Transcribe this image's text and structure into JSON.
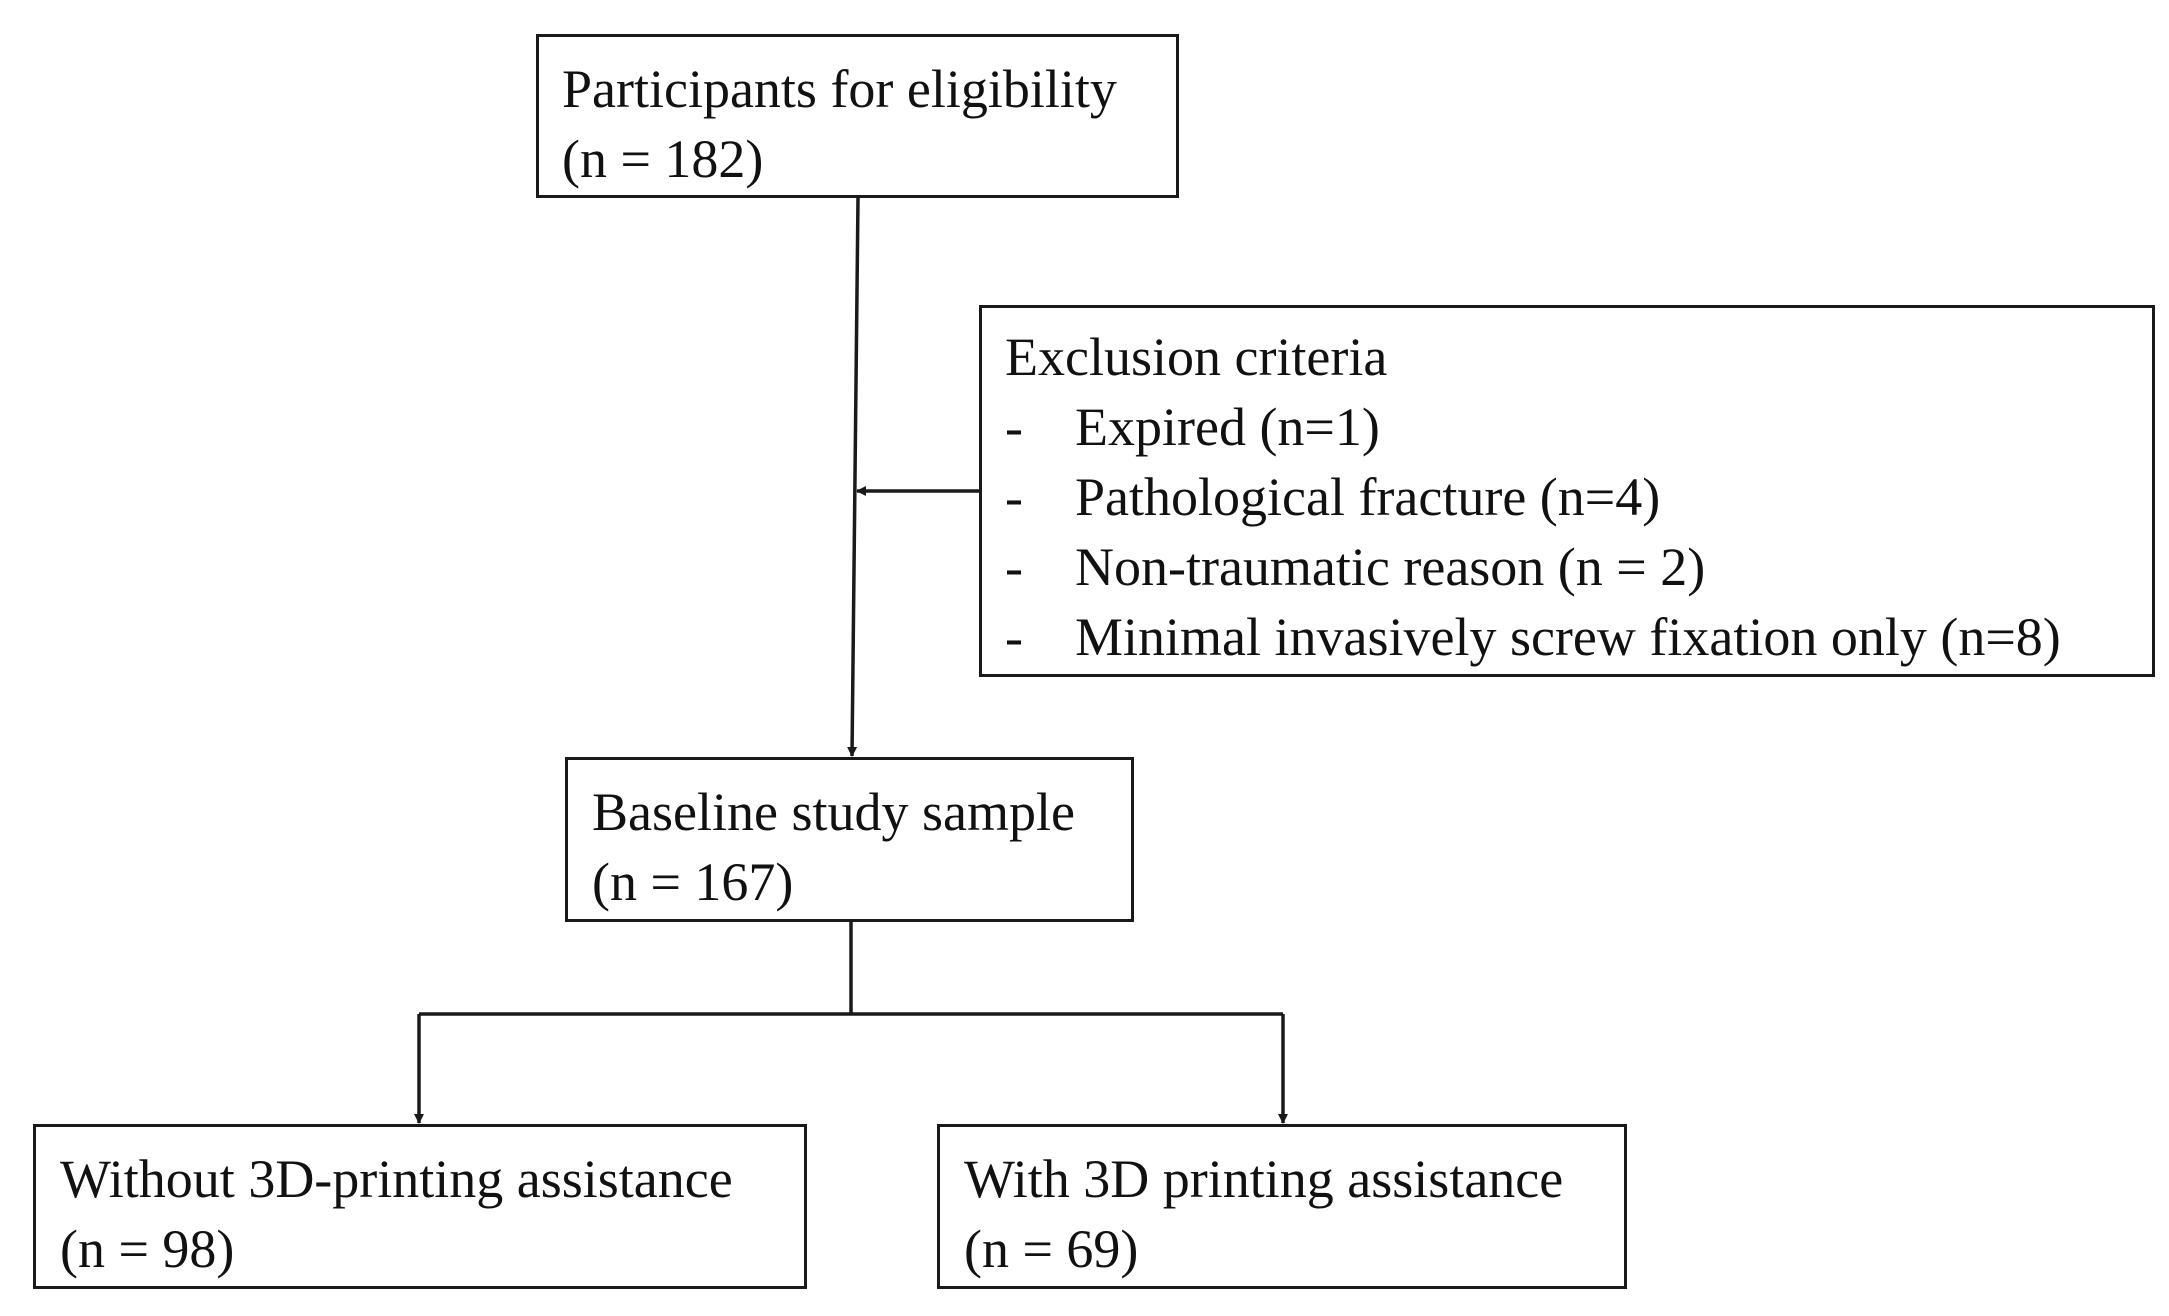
{
  "eligibility": {
    "title": "Participants for eligibility",
    "count": "(n = 182)"
  },
  "exclusion": {
    "title": "Exclusion criteria",
    "items": [
      {
        "marker": "-",
        "text": "Expired (n=1)"
      },
      {
        "marker": "-",
        "text": "Pathological fracture (n=4)"
      },
      {
        "marker": "-",
        "text": "Non-traumatic reason (n = 2)"
      },
      {
        "marker": "-",
        "text": "Minimal invasively screw fixation only (n=8)"
      }
    ]
  },
  "baseline": {
    "title": "Baseline study sample",
    "count": "(n = 167)"
  },
  "without_group": {
    "title": "Without 3D-printing assistance",
    "count": "(n = 98)"
  },
  "with_group": {
    "title": "With 3D printing assistance",
    "count": "(n = 69)"
  }
}
